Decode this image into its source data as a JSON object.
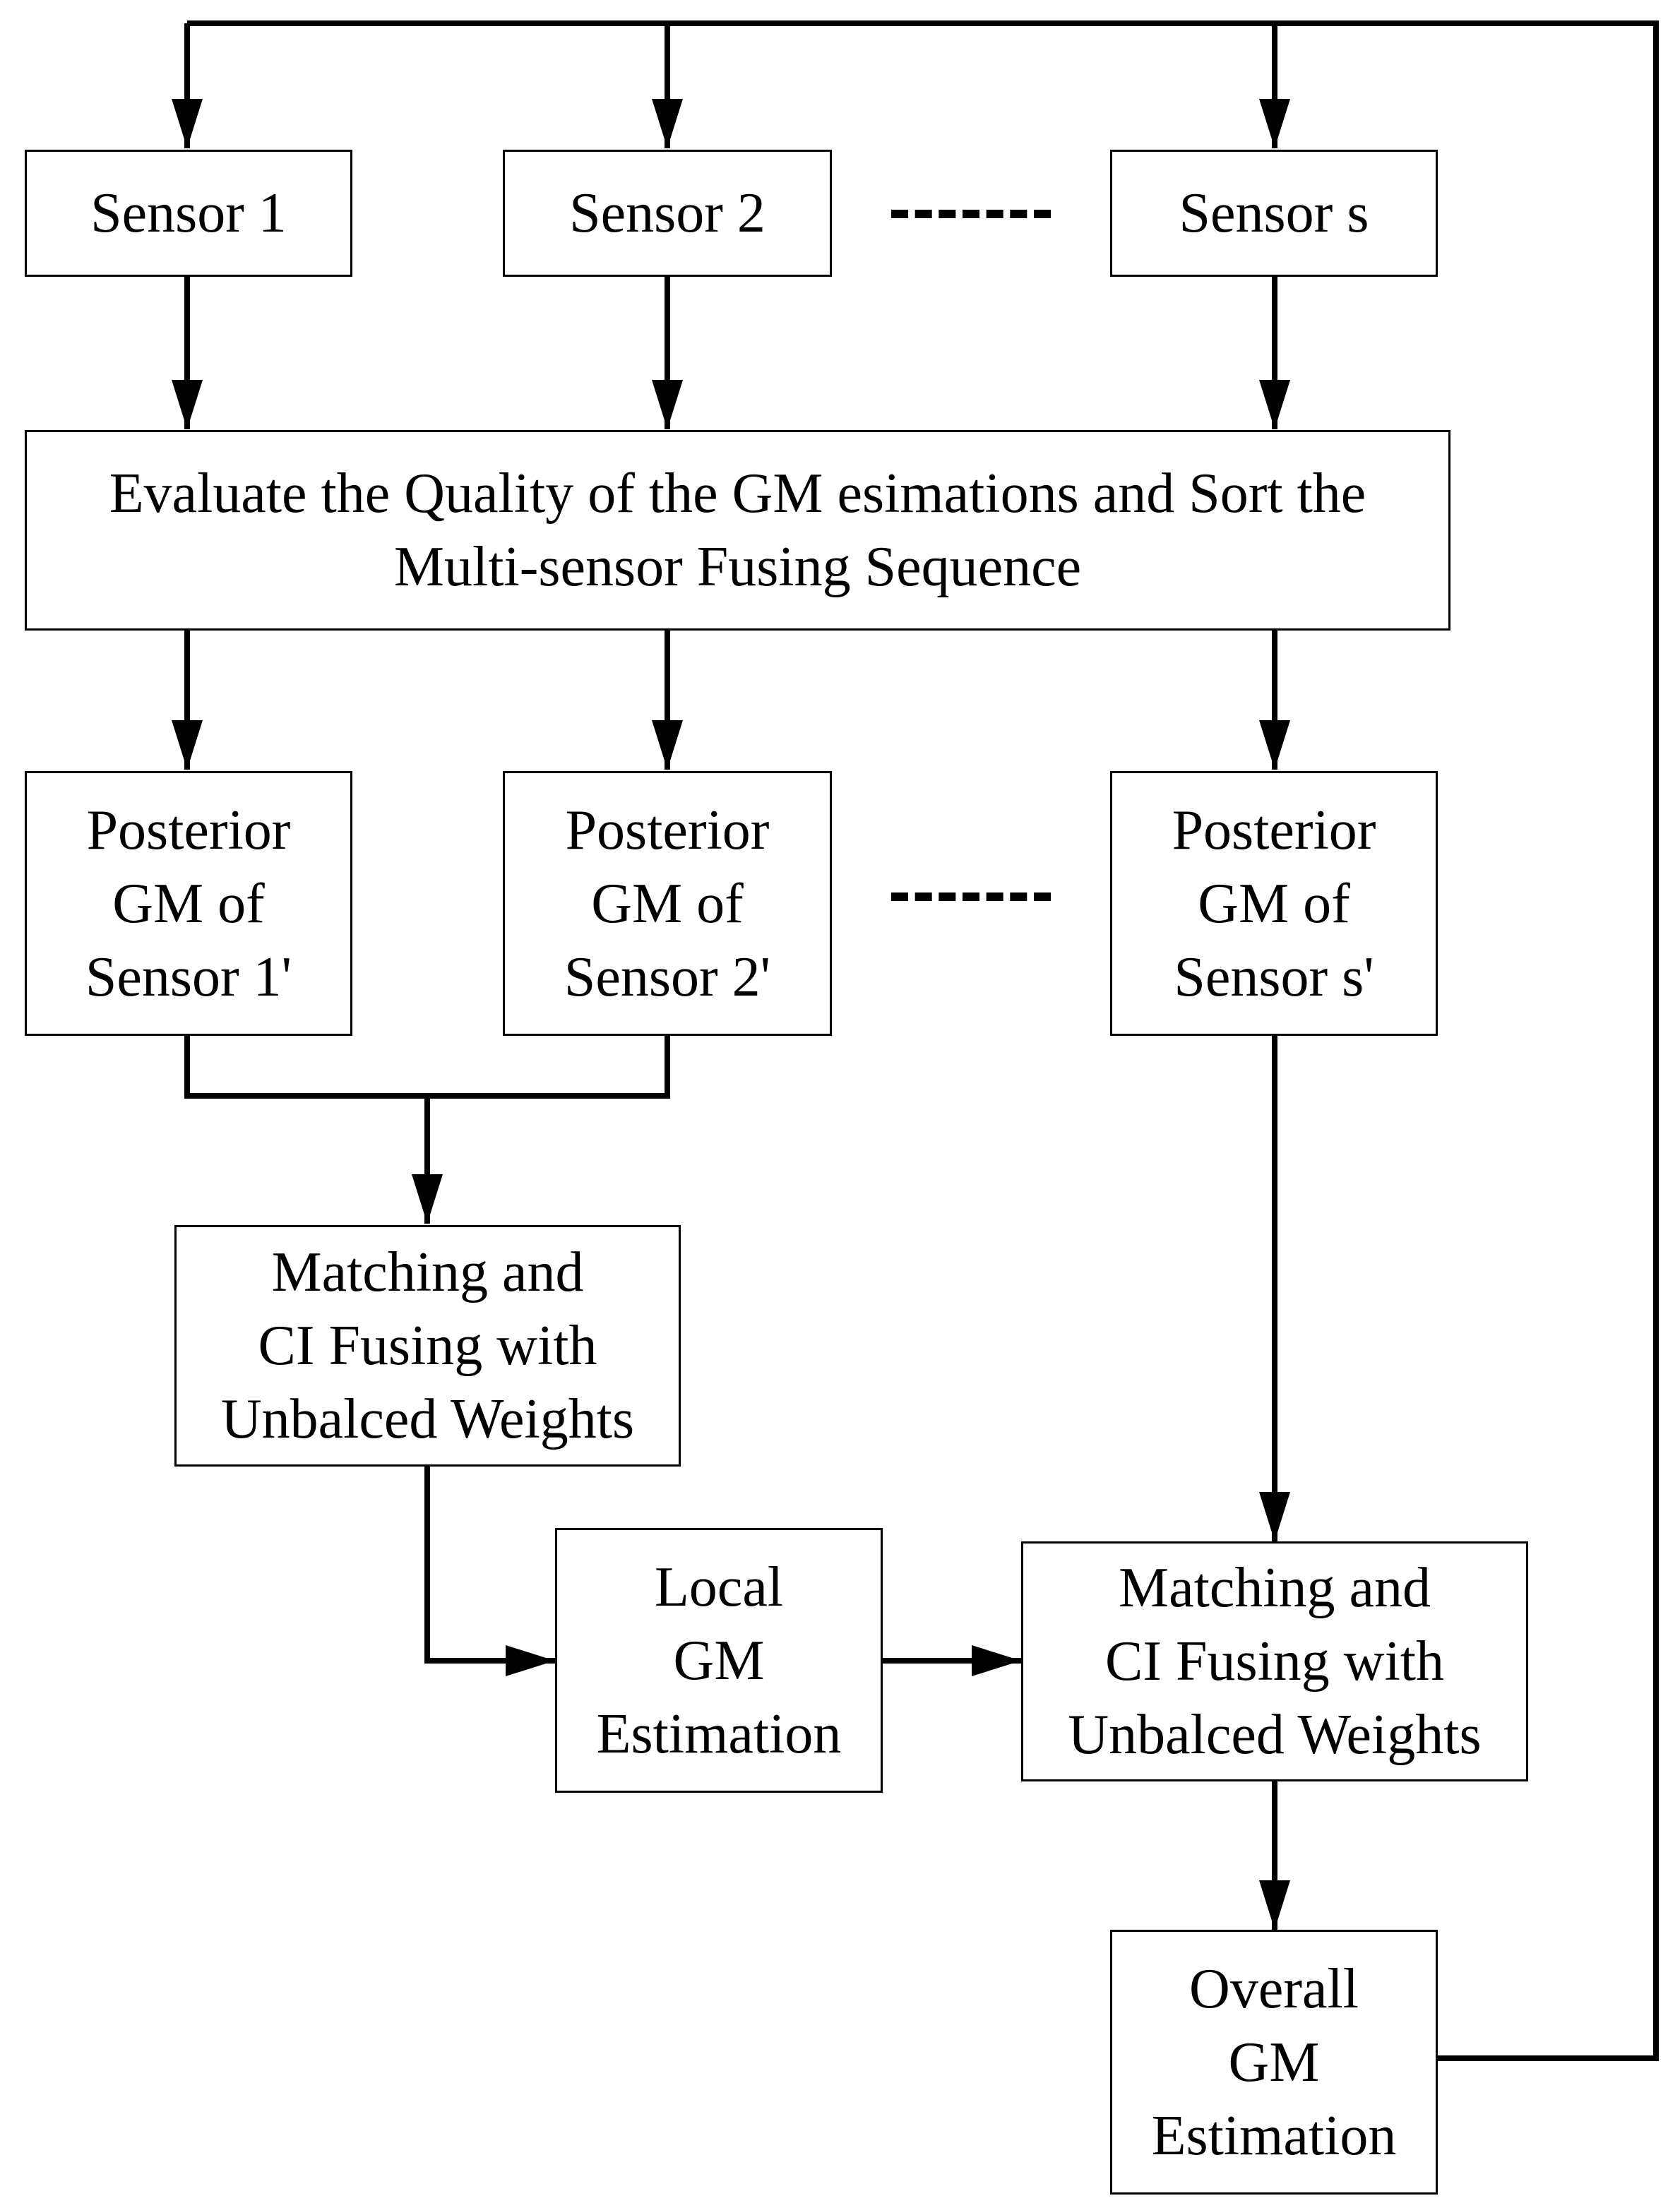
{
  "colors": {
    "line": "#000000",
    "background": "#ffffff"
  },
  "sensors": [
    {
      "label": "Sensor 1"
    },
    {
      "label": "Sensor 2"
    },
    {
      "label": "Sensor s"
    }
  ],
  "evaluate": {
    "line1": "Evaluate the Quality of the GM esimations and Sort the",
    "line2": "Multi-sensor Fusing Sequence"
  },
  "posteriors": [
    {
      "lines": [
        "Posterior",
        "GM of",
        "Sensor 1'"
      ]
    },
    {
      "lines": [
        "Posterior",
        "GM of",
        "Sensor 2'"
      ]
    },
    {
      "lines": [
        "Posterior",
        "GM of",
        "Sensor s'"
      ]
    }
  ],
  "fuse_local": {
    "lines": [
      "Matching and",
      "CI Fusing with",
      "Unbalced Weights"
    ]
  },
  "local_estimation": {
    "lines": [
      "Local",
      "GM",
      "Estimation"
    ]
  },
  "fuse_overall": {
    "lines": [
      "Matching and",
      "CI Fusing with",
      "Unbalced Weights"
    ]
  },
  "overall_estimation": {
    "lines": [
      "Overall",
      "GM",
      "Estimation"
    ]
  }
}
